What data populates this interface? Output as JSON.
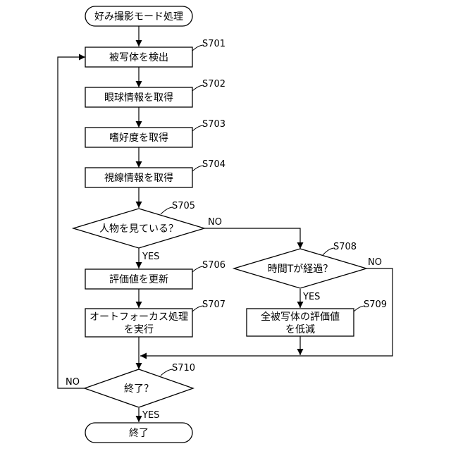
{
  "nodes": {
    "start": "好み撮影モード処理",
    "s701": "被写体を検出",
    "s702": "眼球情報を取得",
    "s703": "嗜好度を取得",
    "s704": "視線情報を取得",
    "s705": "人物を見ている？",
    "s706": "評価値を更新",
    "s707_line1": "オートフォーカス処理",
    "s707_line2": "を実行",
    "s708": "時間Tが経過？",
    "s709_line1": "全被写体の評価値",
    "s709_line2": "を低減",
    "s710": "終了？",
    "end": "終了"
  },
  "step_labels": {
    "s701": "S701",
    "s702": "S702",
    "s703": "S703",
    "s704": "S704",
    "s705": "S705",
    "s706": "S706",
    "s707": "S707",
    "s708": "S708",
    "s709": "S709",
    "s710": "S710"
  },
  "branch_labels": {
    "s705_no": "NO",
    "s705_yes": "YES",
    "s708_yes": "YES",
    "s708_no": "NO",
    "s710_no": "NO",
    "s710_yes": "YES"
  }
}
